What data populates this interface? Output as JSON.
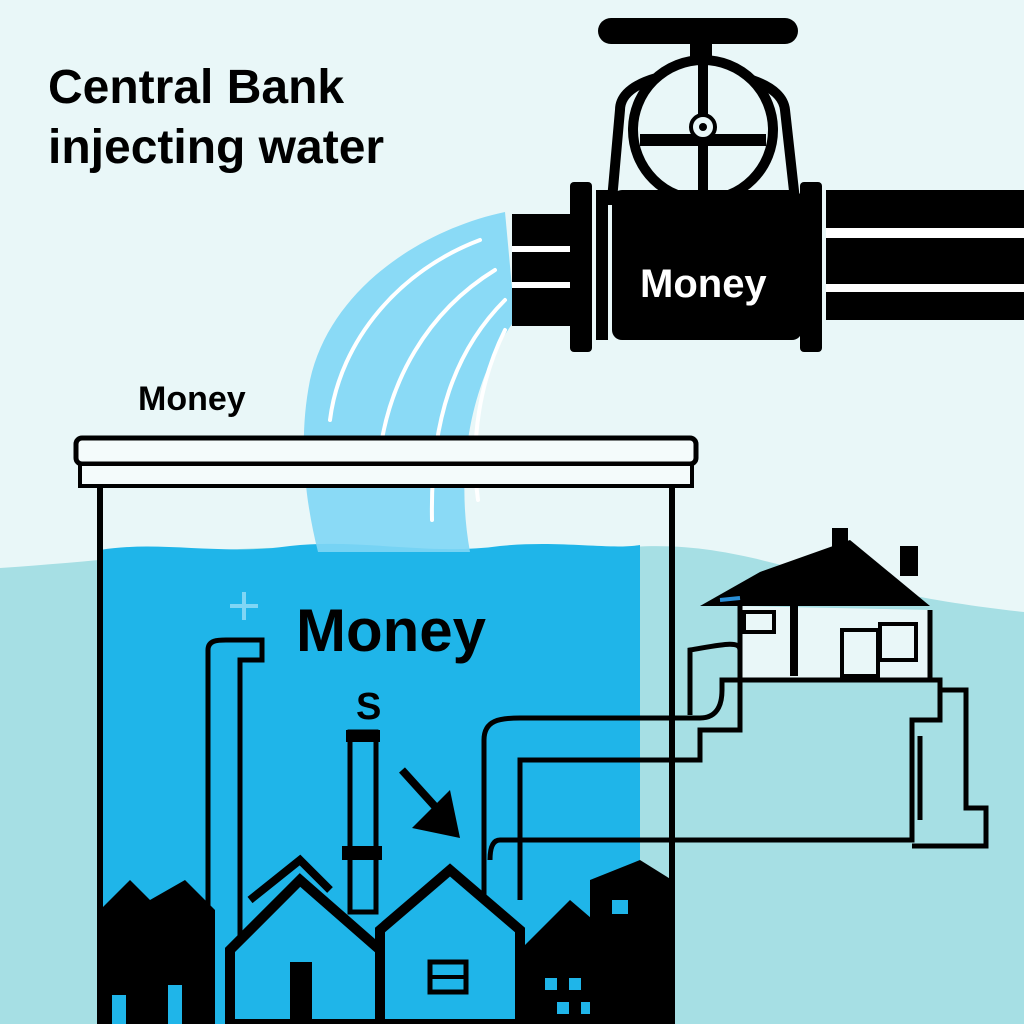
{
  "title": {
    "line1": "Central Bank",
    "line2": "injecting water"
  },
  "labels": {
    "pipe": "Money",
    "tank_rim": "Money",
    "water": "Money",
    "currency_symbol": "S"
  },
  "colors": {
    "sky": "#e9f7f8",
    "ground_water": "#a6dfe4",
    "tank_water": "#1fb5e9",
    "stream": "#7fd6f5",
    "ink": "#000000",
    "pipe_highlight": "#ffffff"
  }
}
